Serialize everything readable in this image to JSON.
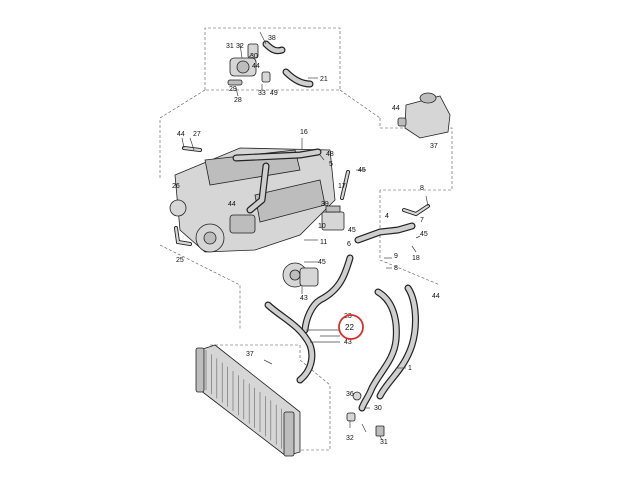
{
  "callouts": {
    "c1": "1",
    "c4": "4",
    "c5": "5",
    "c6": "6",
    "c7": "7",
    "c8": "8",
    "c9": "9",
    "c10": "10",
    "c11": "11",
    "c16": "16",
    "c17": "17",
    "c18": "18",
    "c21": "21",
    "c22": "22",
    "c23": "23",
    "c25": "25",
    "c26": "26",
    "c27": "27",
    "c28": "28",
    "c29": "29",
    "c30": "30",
    "c31a": "31",
    "c31b": "31",
    "c32a": "32",
    "c32b": "32",
    "c33": "33",
    "c36": "36",
    "c37a": "37",
    "c37b": "37",
    "c38": "38",
    "c39": "39",
    "c43": "43",
    "c44a": "44",
    "c44b": "44",
    "c44c": "44",
    "c45a": "45",
    "c45b": "45",
    "c45c": "45",
    "c48": "48",
    "c49": "49"
  },
  "highlight": {
    "label": "22",
    "color": "#d9302c"
  }
}
